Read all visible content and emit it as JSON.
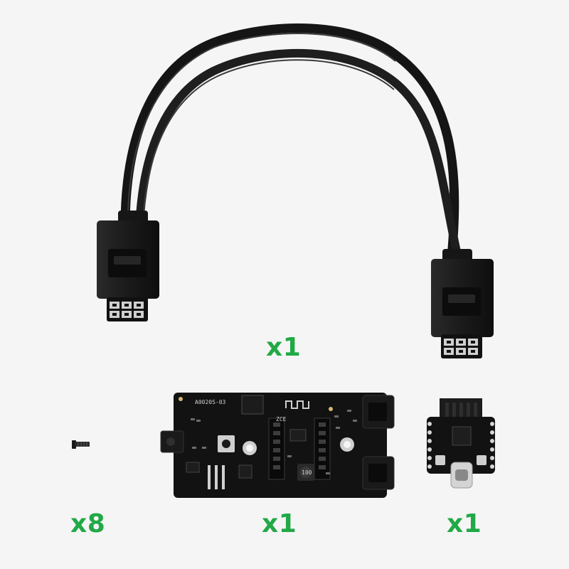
{
  "colors": {
    "background": "#f5f5f5",
    "quantity_text": "#21a947",
    "cable": "#1b1b1b",
    "pcb": "#121212",
    "silkscreen": "#d9d9d9"
  },
  "items": [
    {
      "quantity": "x1"
    },
    {
      "quantity": "x8"
    },
    {
      "quantity": "x1"
    },
    {
      "quantity": "x1"
    }
  ],
  "board_silkscreen": {
    "part_code": "A0020S-03",
    "logo": "ZCE",
    "inductor_code": "100"
  }
}
